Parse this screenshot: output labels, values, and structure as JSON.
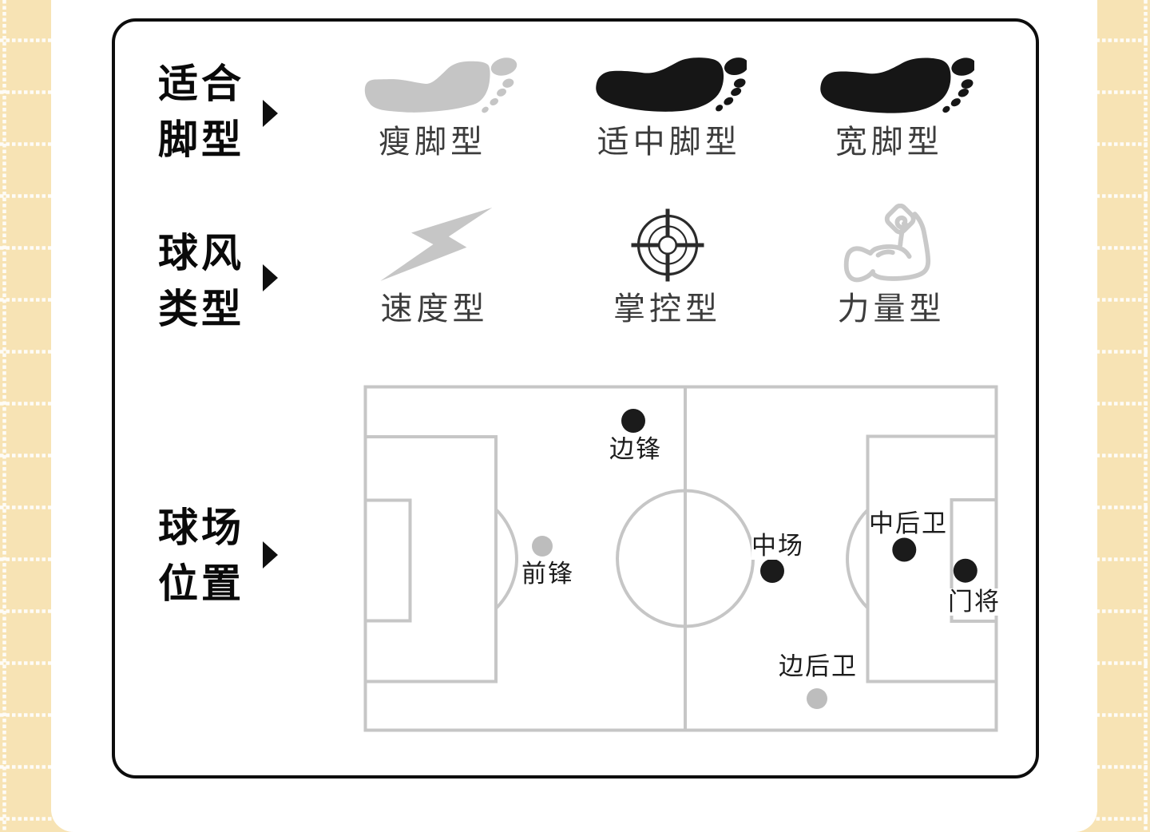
{
  "colors": {
    "background_beige": "#f6e2b0",
    "grid_dots": "#ffffff",
    "panel_white": "#ffffff",
    "card_border": "#0d0d0d",
    "icon_gray": "#c5c5c5",
    "icon_black": "#161616",
    "field_line_gray": "#c6c6c6",
    "player_dot_black": "#1b1b1b",
    "player_dot_gray": "#bdbdbd"
  },
  "rows": [
    {
      "header_line1": "适合",
      "header_line2": "脚型",
      "items": [
        {
          "icon": "footprint-thin-icon",
          "label": "瘦脚型"
        },
        {
          "icon": "footprint-medium-icon",
          "label": "适中脚型"
        },
        {
          "icon": "footprint-wide-icon",
          "label": "宽脚型"
        }
      ]
    },
    {
      "header_line1": "球风",
      "header_line2": "类型",
      "items": [
        {
          "icon": "lightning-icon",
          "label": "速度型"
        },
        {
          "icon": "target-icon",
          "label": "掌控型"
        },
        {
          "icon": "muscle-icon",
          "label": "力量型"
        }
      ]
    },
    {
      "header_line1": "球场",
      "header_line2": "位置",
      "positions": [
        {
          "label": "边锋",
          "tone": "black"
        },
        {
          "label": "前锋",
          "tone": "gray"
        },
        {
          "label": "中场",
          "tone": "black"
        },
        {
          "label": "中后卫",
          "tone": "black"
        },
        {
          "label": "门将",
          "tone": "black"
        },
        {
          "label": "边后卫",
          "tone": "gray"
        }
      ]
    }
  ]
}
